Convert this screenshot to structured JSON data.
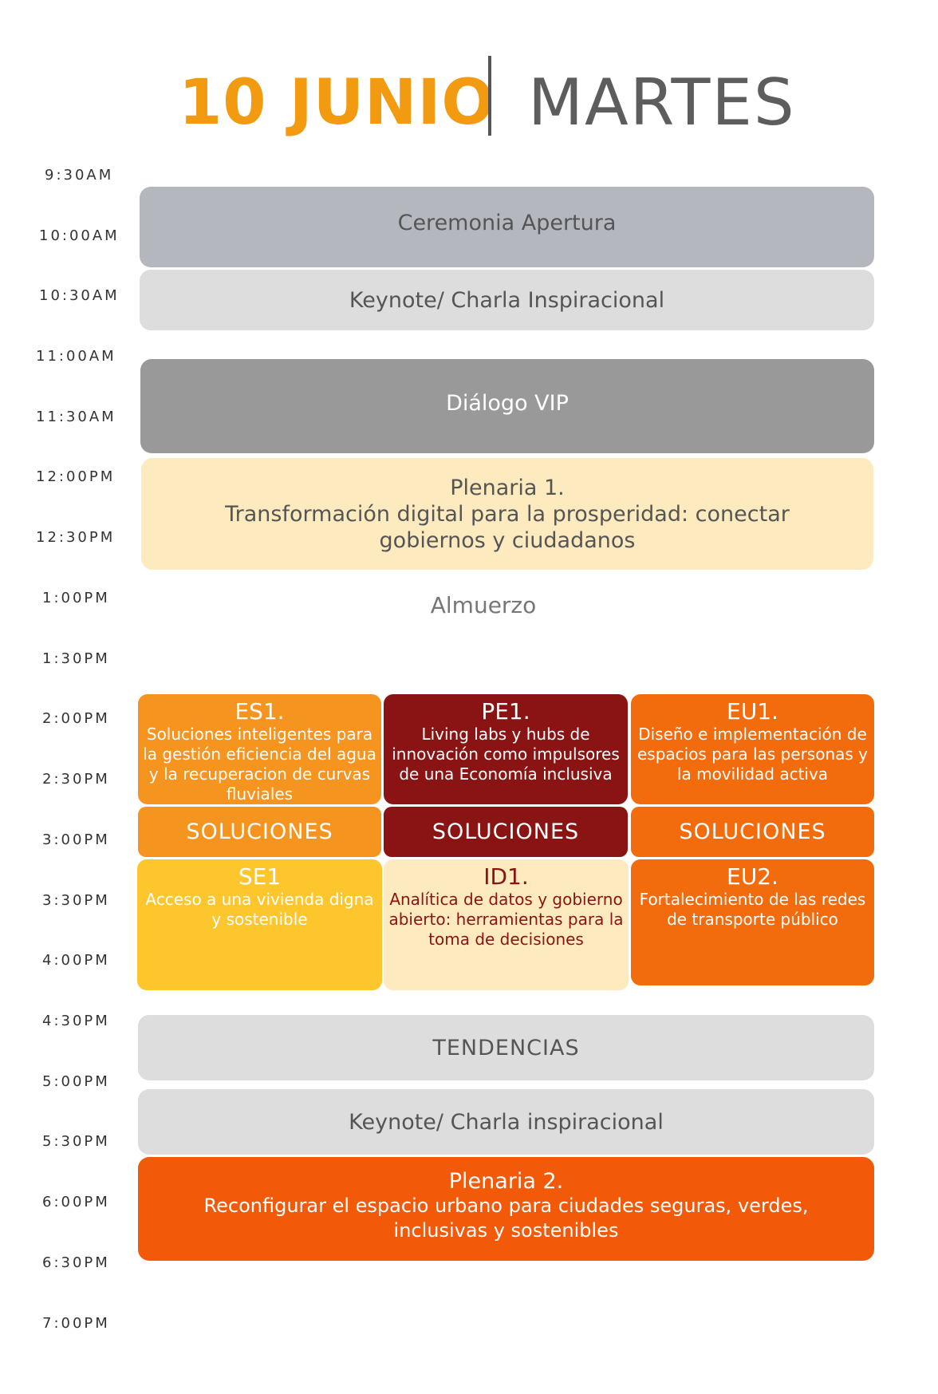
{
  "header": {
    "date": "10 JUNIO",
    "day": "MARTES"
  },
  "times": [
    "9:30AM",
    "10:00AM",
    "10:30AM",
    "11:00AM",
    "11:30AM",
    "12:00PM",
    "12:30PM",
    "1:00PM",
    "1:30PM",
    "2:00PM",
    "2:30PM",
    "3:00PM",
    "3:30PM",
    "4:00PM",
    "4:30PM",
    "5:00PM",
    "5:30PM",
    "6:00PM",
    "6:30PM",
    "7:00PM"
  ],
  "sessions": {
    "opening": "Ceremonia Apertura",
    "keynote1": "Keynote/ Charla Inspiracional",
    "vip": "Diálogo VIP",
    "plenary1": {
      "title": "Plenaria 1.",
      "line1": "Transformación digital para la prosperidad: conectar",
      "line2": "gobiernos y ciudadanos"
    },
    "lunch": "Almuerzo",
    "tracks": [
      {
        "code": "ES1.",
        "desc": "Soluciones inteligentes para la gestión eficiencia del agua y la recuperacion de curvas fluviales"
      },
      {
        "code": "PE1.",
        "desc": "Living labs y hubs de innovación como impulsores de una Economía inclusiva"
      },
      {
        "code": "EU1.",
        "desc": "Diseño e implementación de espacios para las personas y la movilidad activa"
      }
    ],
    "solutions": [
      "SOLUCIONES",
      "SOLUCIONES",
      "SOLUCIONES"
    ],
    "tracks2": [
      {
        "code": "SE1",
        "desc": "Acceso a una vivienda digna y sostenible"
      },
      {
        "code": "ID1.",
        "desc": "Analítica de datos y gobierno abierto: herramientas para la toma de decisiones"
      },
      {
        "code": "EU2.",
        "desc": "Fortalecimiento de las redes de transporte público"
      }
    ],
    "trends": "TENDENCIAS",
    "keynote2": "Keynote/ Charla inspiracional",
    "plenary2": {
      "title": "Plenaria 2.",
      "line1": "Reconfigurar el espacio urbano para ciudades seguras, verdes,",
      "line2": "inclusivas y sostenibles"
    }
  },
  "colors": {
    "orange_accent": "#F29B10",
    "gray_dark": "#999999",
    "gray_mid": "#B4B8BE",
    "gray_light": "#DDDDDD",
    "cream": "#FDEBBF",
    "orange": "#F5941E",
    "dark_red": "#8A1414",
    "orange_red": "#F26C0E",
    "yellow": "#FCC62C",
    "plenary_orange": "#F25A0A"
  }
}
